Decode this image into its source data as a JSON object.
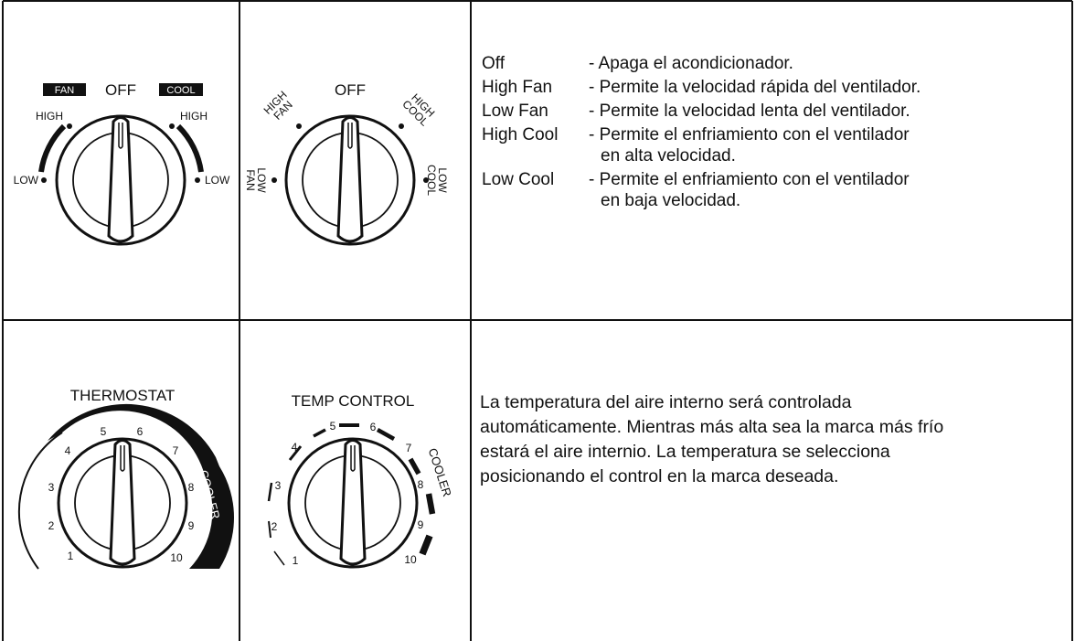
{
  "rotary_dials": {
    "dial_a": {
      "off": "OFF",
      "fan_badge": "FAN",
      "cool_badge": "COOL",
      "high_left": "HIGH",
      "high_right": "HIGH",
      "low_left": "LOW",
      "low_right": "LOW"
    },
    "dial_b": {
      "off": "OFF",
      "high_fan": [
        "HIGH",
        "FAN"
      ],
      "high_cool": [
        "HIGH",
        "COOL"
      ],
      "low_fan": [
        "LOW",
        "FAN"
      ],
      "low_cool": [
        "LOW",
        "COOL"
      ]
    },
    "descriptions": [
      {
        "term": "Off",
        "definition": [
          "- Apaga el acondicionador."
        ]
      },
      {
        "term": "High Fan",
        "definition": [
          "- Permite la velocidad rápida del ventilador."
        ]
      },
      {
        "term": "Low Fan",
        "definition": [
          "- Permite la velocidad lenta del ventilador."
        ]
      },
      {
        "term": "High Cool",
        "definition": [
          "- Permite el enfriamiento con el ventilador",
          "en alta velocidad."
        ]
      },
      {
        "term": "Low Cool",
        "definition": [
          "- Permite el enfriamiento con el ventilador",
          "en baja velocidad."
        ]
      }
    ]
  },
  "thermostat_dials": {
    "dial_c": {
      "title": "THERMOSTAT",
      "arc_label": "COOLER",
      "numbers": [
        "1",
        "2",
        "3",
        "4",
        "5",
        "6",
        "7",
        "8",
        "9",
        "10"
      ]
    },
    "dial_d": {
      "title": "TEMP CONTROL",
      "arc_label": "COOLER",
      "numbers": [
        "1",
        "2",
        "3",
        "4",
        "5",
        "6",
        "7",
        "8",
        "9",
        "10"
      ]
    },
    "description_lines": [
      "La temperatura del aire interno será controlada",
      "automáticamente. Mientras más alta sea la marca más frío",
      "estará el aire internio. La temperatura se selecciona",
      "posicionando el control en la marca deseada."
    ]
  },
  "colors": {
    "ink": "#111111",
    "paper": "#ffffff"
  }
}
